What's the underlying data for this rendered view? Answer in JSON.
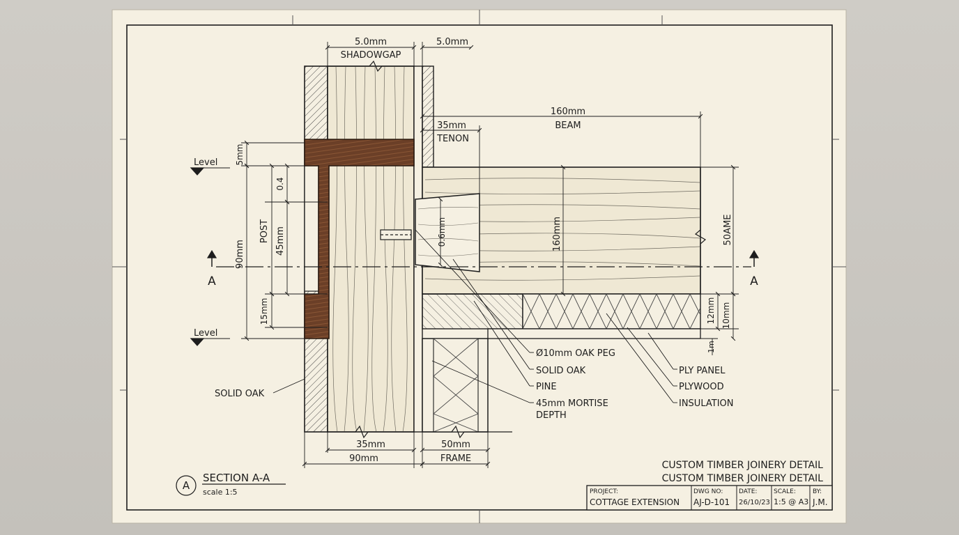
{
  "title_lines": [
    "CUSTOM TIMBER JOINERY DETAIL",
    "CUSTOM TIMBER JOINERY DETAIL"
  ],
  "section": {
    "marker": "A",
    "title": "SECTION A-A",
    "scale": "scale 1:5"
  },
  "cut_marks": {
    "left": "A",
    "right": "A"
  },
  "levels": {
    "upper": "Level",
    "lower": "Level"
  },
  "top_dims": {
    "shadowgap_value": "5.0mm",
    "shadowgap_label": "SHADOWGAP",
    "right_value": "5.0mm",
    "tenon_value": "35mm",
    "tenon_label": "TENON",
    "beam_value": "160mm",
    "beam_label": "BEAM"
  },
  "left_dims": {
    "five": "5mm",
    "ninety": "90mm",
    "post": "POST",
    "zero_four": "0.4",
    "forty_five": "45mm",
    "fifteen": "15mm"
  },
  "inner_dims": {
    "peg_dim": "0.6mm",
    "beam_depth": "160mm",
    "right_vertical": "50AME",
    "twelve": "12mm",
    "ten": "10mm",
    "one": "1m"
  },
  "bottom_dims": {
    "thirtyfive": "35mm",
    "ninety": "90mm",
    "fifty": "50mm",
    "frame": "FRAME"
  },
  "labels": {
    "solid_oak_left": "SOLID OAK",
    "peg": "Ø10mm OAK PEG",
    "solid_oak": "SOLID OAK",
    "pine": "PINE",
    "mortise1": "45mm MORTISE",
    "mortise2": "DEPTH",
    "ply_panel": "PLY PANEL",
    "plywood": "PLYWOOD",
    "insulation": "INSULATION"
  },
  "title_block": {
    "project_label": "PROJECT:",
    "project": "COTTAGE EXTENSION",
    "dwg_label": "DWG NO:",
    "dwg": "AJ-D-101",
    "date_label": "DATE:",
    "date": "26/10/23",
    "scale_label": "SCALE:",
    "scale": "1:5 @ A3",
    "by_label": "BY:",
    "by": "J.M."
  },
  "colors": {
    "paper": "#f5f0e2",
    "ink": "#1d1d1d",
    "oak": "#6b3f27",
    "board": "#e9e2cf"
  }
}
